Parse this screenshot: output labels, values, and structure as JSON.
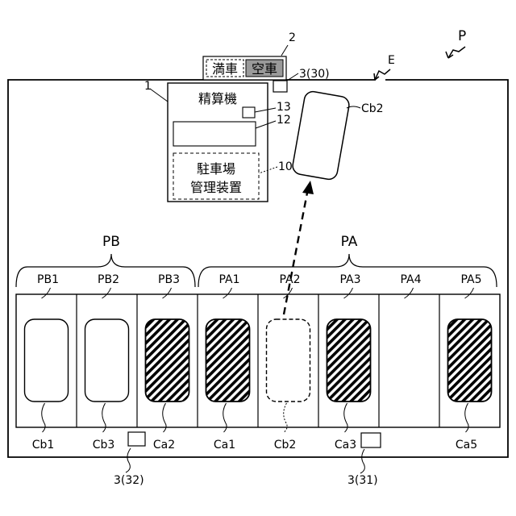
{
  "figure": {
    "parking_lot_label": "P",
    "entrance_label": "E",
    "sign": {
      "ref": "2",
      "full_text": "満車",
      "vacant_text": "空車"
    },
    "sensor_top": {
      "ref": "3(30)"
    },
    "payment_machine": {
      "ref": "1",
      "title": "精算機",
      "small_box_ref": "13",
      "display_ref": "12",
      "management_ref": "10",
      "management_line1": "駐車場",
      "management_line2": "管理装置"
    },
    "moving_car": {
      "label": "Cb2"
    },
    "groups": {
      "PB": "PB",
      "PA": "PA"
    },
    "spaces": [
      {
        "label": "PB1",
        "car": "Cb1",
        "occupancy": "vacant-parked"
      },
      {
        "label": "PB2",
        "car": "Cb3",
        "occupancy": "vacant-parked"
      },
      {
        "label": "PB3",
        "car": "Ca2",
        "occupancy": "occupied"
      },
      {
        "label": "PA1",
        "car": "Ca1",
        "occupancy": "occupied"
      },
      {
        "label": "PA2",
        "car": "Cb2",
        "occupancy": "left"
      },
      {
        "label": "PA3",
        "car": "Ca3",
        "occupancy": "occupied"
      },
      {
        "label": "PA4",
        "car": "",
        "occupancy": "empty"
      },
      {
        "label": "PA5",
        "car": "Ca5",
        "occupancy": "occupied"
      }
    ],
    "sensor_pb": {
      "ref": "3(32)"
    },
    "sensor_pa": {
      "ref": "3(31)"
    }
  }
}
